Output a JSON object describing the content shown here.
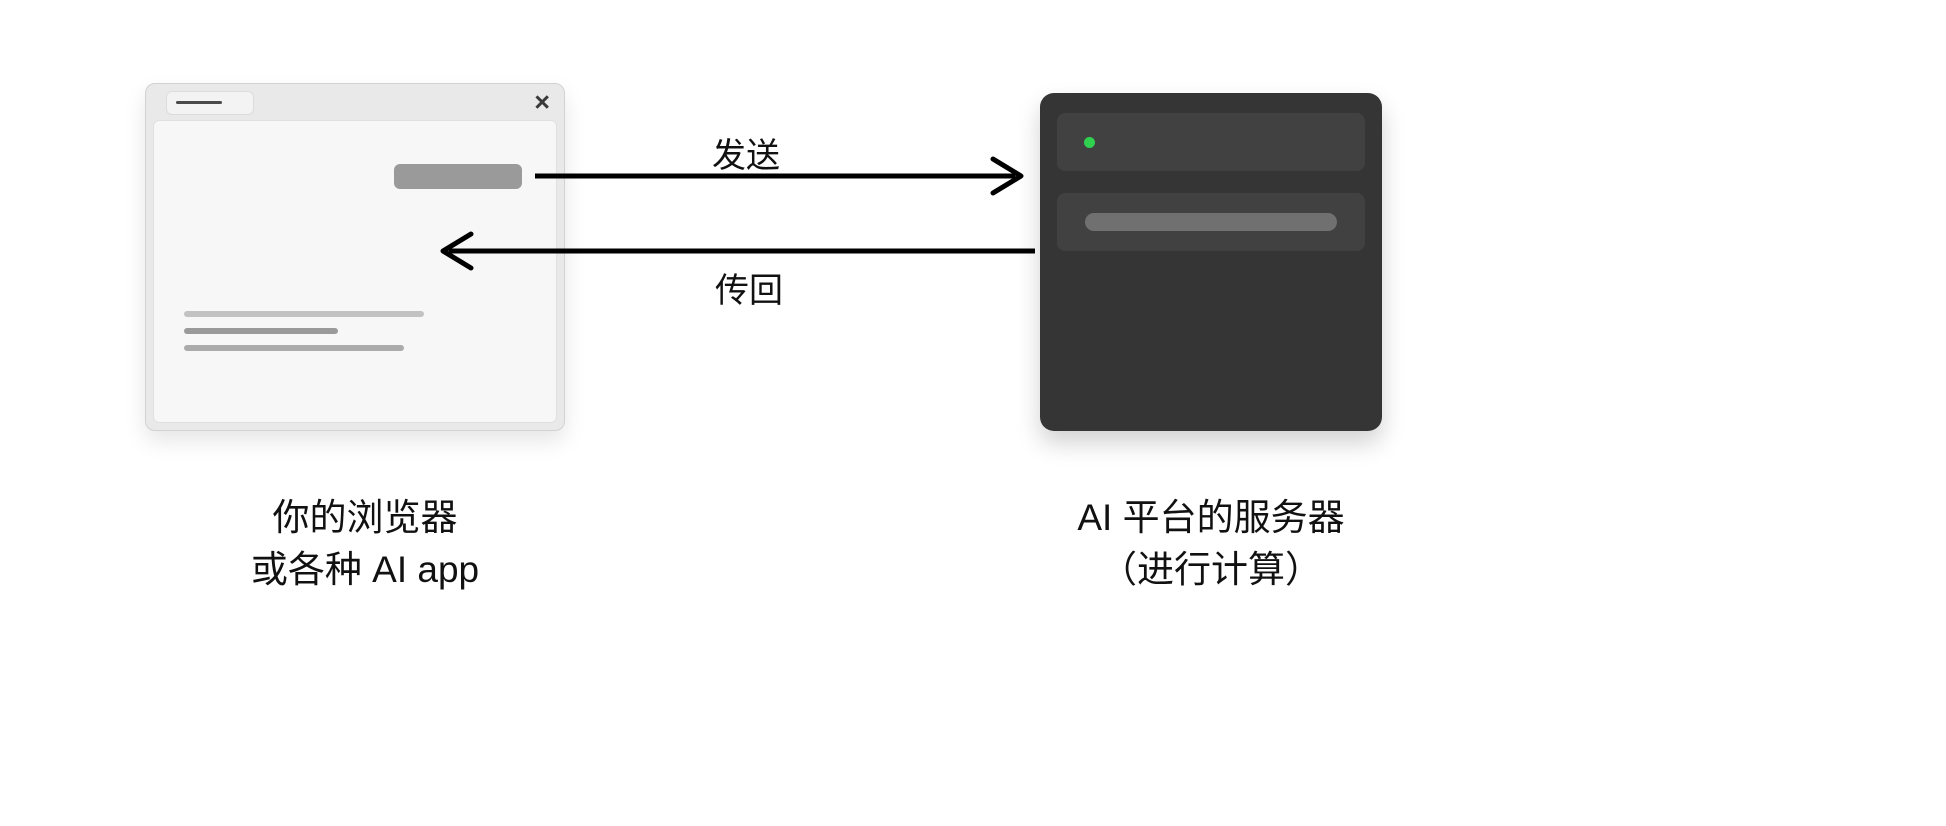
{
  "diagram": {
    "type": "client-server communication diagram",
    "arrows": {
      "send_label": "发送",
      "return_label": "传回"
    },
    "browser": {
      "close_label": "×"
    },
    "captions": {
      "client_line1": "你的浏览器",
      "client_line2": "或各种 AI app",
      "server_line1": "AI 平台的服务器",
      "server_line2": "（进行计算）"
    },
    "colors": {
      "background": "#ffffff",
      "browser_frame": "#e9e9e9",
      "browser_content": "#f7f7f7",
      "browser_button": "#9a9a9a",
      "server_body": "#353535",
      "server_slot": "#414141",
      "server_bar": "#707070",
      "status_led_green": "#30d14e",
      "arrow": "#000000",
      "text": "#111111"
    }
  }
}
